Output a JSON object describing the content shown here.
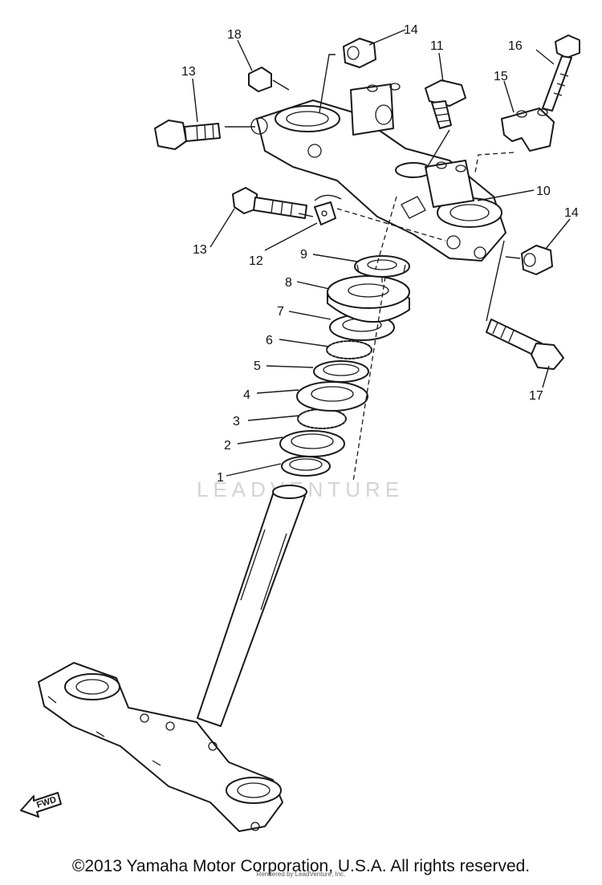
{
  "callouts": [
    {
      "id": "1",
      "label": "1"
    },
    {
      "id": "2",
      "label": "2"
    },
    {
      "id": "3",
      "label": "3"
    },
    {
      "id": "4",
      "label": "4"
    },
    {
      "id": "5",
      "label": "5"
    },
    {
      "id": "6",
      "label": "6"
    },
    {
      "id": "7",
      "label": "7"
    },
    {
      "id": "8",
      "label": "8"
    },
    {
      "id": "9",
      "label": "9"
    },
    {
      "id": "10",
      "label": "10"
    },
    {
      "id": "11",
      "label": "11"
    },
    {
      "id": "12",
      "label": "12"
    },
    {
      "id": "13a",
      "label": "13"
    },
    {
      "id": "13b",
      "label": "13"
    },
    {
      "id": "14a",
      "label": "14"
    },
    {
      "id": "14b",
      "label": "14"
    },
    {
      "id": "15",
      "label": "15"
    },
    {
      "id": "16",
      "label": "16"
    },
    {
      "id": "17",
      "label": "17"
    },
    {
      "id": "18",
      "label": "18"
    }
  ],
  "watermark": "LEADVENTURE",
  "fwd_label": "FWD",
  "footer": {
    "copyright": "©2013 Yamaha Motor Corporation, U.S.A. All rights reserved.",
    "render_note": "Rendered by LeadVenture, Inc."
  }
}
